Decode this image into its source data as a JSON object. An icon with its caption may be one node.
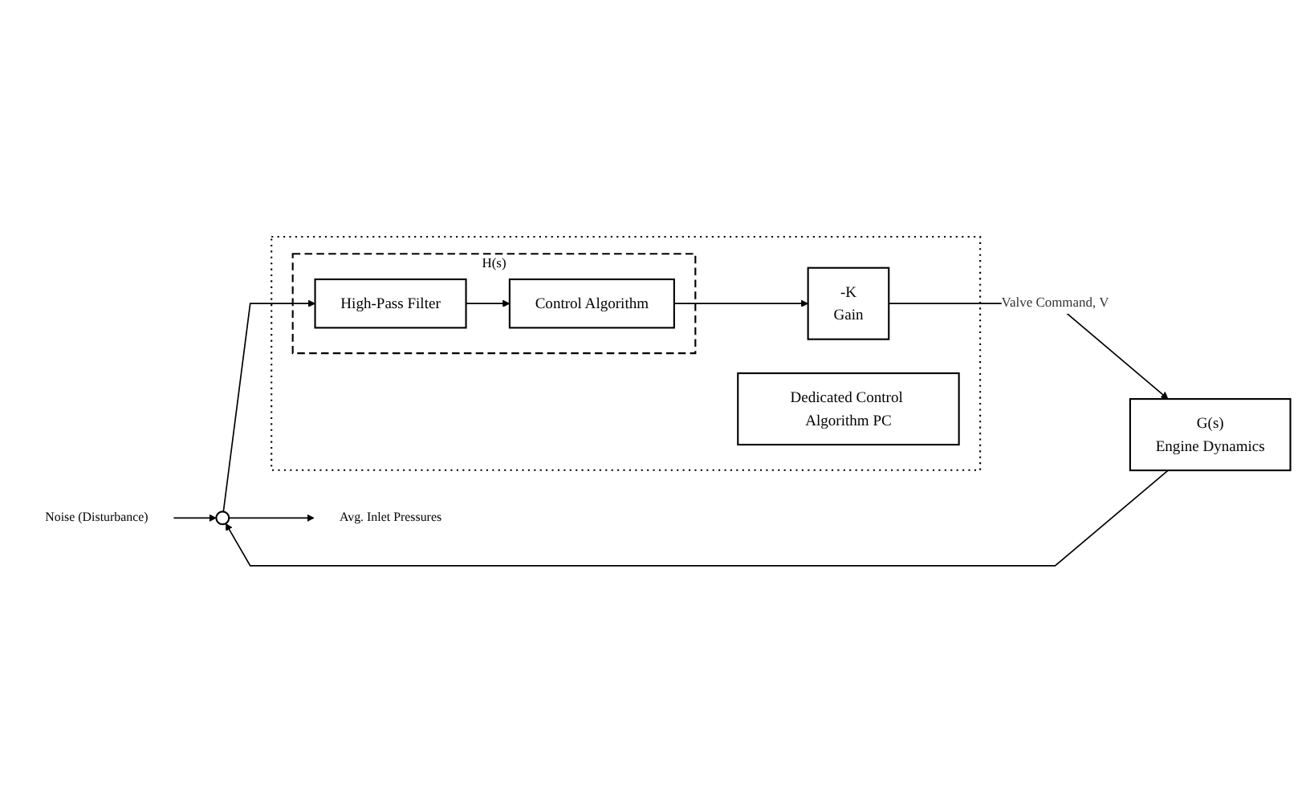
{
  "diagram": {
    "nodes": [
      {
        "text": [
          "Noise (Disturbance)"
        ]
      },
      {
        "text": [
          "G(s)",
          "Engine Dynamics"
        ]
      },
      {
        "text": [],
        "shape": "circle"
      },
      {
        "text": [
          "Avg. Inlet Pressures"
        ]
      },
      {
        "text": [],
        "shape": "box"
      },
      {
        "text": [
          "-K",
          "Gain"
        ],
        "in": 4
      },
      {
        "text": [
          "H(s)"
        ],
        "in": 4
      },
      {
        "text": [
          "Control Algorithm"
        ],
        "in": 6
      },
      {
        "text": [
          "High-Pass Filter"
        ],
        "in": 6
      },
      {
        "text": [
          "Dedicated Control Algorithm PC"
        ],
        "in": 4
      }
    ],
    "edges": [
      {
        "from": 5,
        "to": 1,
        "arrow": "to",
        "label": "Valve Command, V"
      },
      {
        "from": 1,
        "to": 2,
        "arrow": "to"
      },
      {
        "from": 0,
        "to": 2,
        "arrow": "to"
      },
      {
        "from": 2,
        "to": 3,
        "arrow": "to"
      },
      {
        "from": 2,
        "to": 8,
        "arrow": "to"
      },
      {
        "from": 8,
        "to": 7,
        "arrow": "to"
      },
      {
        "from": 7,
        "to": 5,
        "arrow": "to"
      }
    ]
  }
}
